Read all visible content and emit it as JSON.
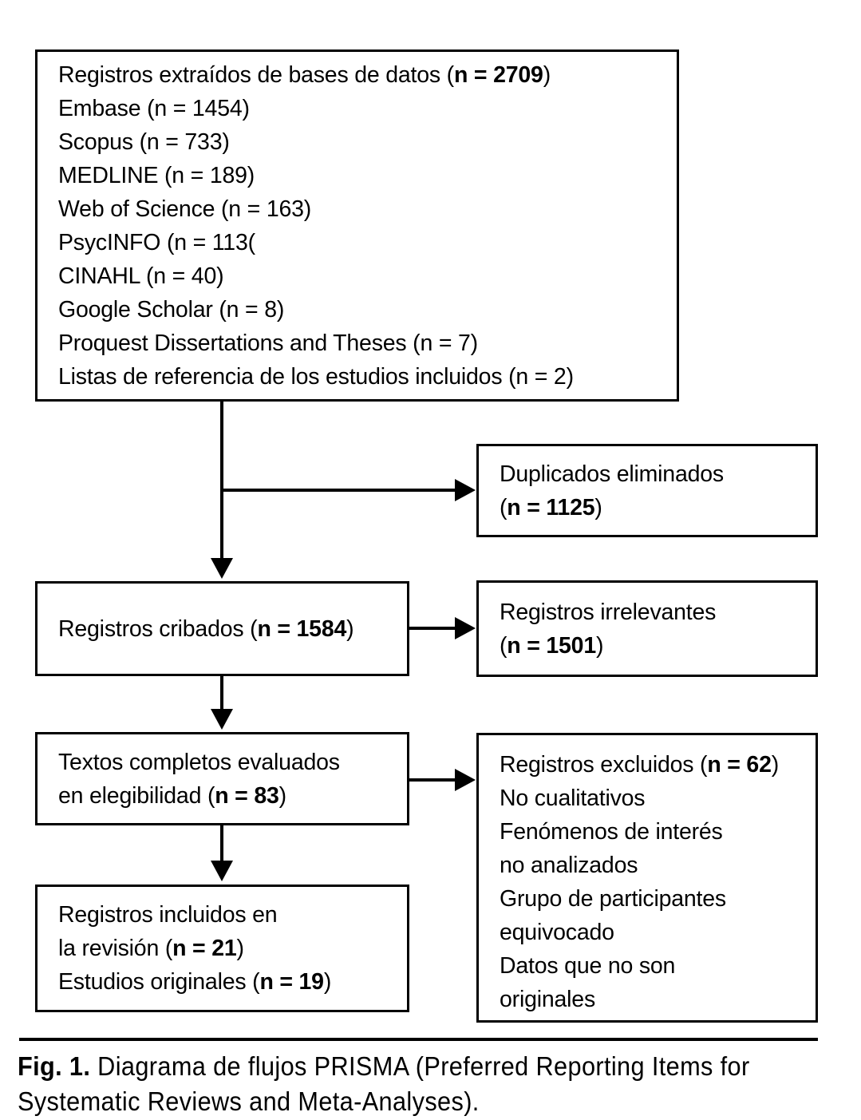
{
  "figure": {
    "caption_label": "Fig. 1.",
    "caption_text": " Diagrama de flujos PRISMA (Preferred Reporting Items for Systematic Reviews and Meta-Analyses)."
  },
  "diagram": {
    "type": "prisma-flow-diagram",
    "language": "es",
    "colors": {
      "stroke": "#000000",
      "fill": "#ffffff",
      "text": "#000000"
    },
    "identification_box": {
      "title_prefix": "Registros extraídos de bases de datos (",
      "title_n_bold": "n = 2709",
      "title_suffix": ")",
      "sources": [
        {
          "label": "Embase (n = 1454)",
          "name": "Embase",
          "n": 1454
        },
        {
          "label": "Scopus (n = 733)",
          "name": "Scopus",
          "n": 733
        },
        {
          "label": "MEDLINE (n = 189)",
          "name": "MEDLINE",
          "n": 189
        },
        {
          "label": "Web of Science (n = 163)",
          "name": "Web of Science",
          "n": 163
        },
        {
          "label": "PsycINFO (n = 113(",
          "name": "PsycINFO",
          "n": 113
        },
        {
          "label": "CINAHL (n = 40)",
          "name": "CINAHL",
          "n": 40
        },
        {
          "label": "Google Scholar (n = 8)",
          "name": "Google Scholar",
          "n": 8
        },
        {
          "label": "Proquest Dissertations and Theses (n = 7)",
          "name": "Proquest Dissertations and Theses",
          "n": 7
        },
        {
          "label": "Listas de referencia de los estudios incluidos (n = 2)",
          "name": "Listas de referencia de los estudios incluidos",
          "n": 2
        }
      ],
      "total": 2709
    },
    "duplicates_box": {
      "line1": "Duplicados eliminados",
      "n_open": "(",
      "n_bold": "n = 1125",
      "n_close": ")",
      "n": 1125
    },
    "screened_box": {
      "prefix": "Registros cribados (",
      "n_bold": "n = 1584",
      "suffix": ")",
      "n": 1584
    },
    "irrelevant_box": {
      "line1": "Registros irrelevantes",
      "n_open": "(",
      "n_bold": "n = 1501",
      "n_close": ")",
      "n": 1501
    },
    "eligibility_box": {
      "line1": "Textos completos evaluados",
      "line2_prefix": "en elegibilidad (",
      "line2_n_bold": "n = 83",
      "line2_suffix": ")",
      "n": 83
    },
    "excluded_box": {
      "title_prefix": "Registros excluidos (",
      "title_n_bold": "n = 62",
      "title_suffix": ")",
      "n": 62,
      "reasons": [
        "No cualitativos",
        "Fenómenos de interés",
        "no analizados",
        "Grupo de participantes",
        "equivocado",
        "Datos que no son",
        "originales"
      ]
    },
    "included_box": {
      "line1": "Registros incluidos en",
      "line2_prefix": "la revisión (",
      "line2_n_bold": "n = 21",
      "line2_suffix": ")",
      "n": 21,
      "sub_prefix": "Estudios originales (",
      "sub_n_bold": "n = 19",
      "sub_suffix": ")",
      "sub_n": 19
    }
  }
}
